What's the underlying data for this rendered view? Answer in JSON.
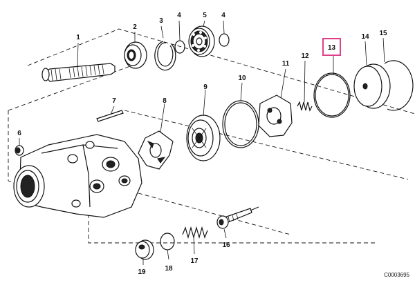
{
  "diagram": {
    "highlight_color": "#e0408a",
    "highlighted_callout": "13",
    "reference_code": "C0003695",
    "callouts": [
      {
        "id": "callout-1",
        "text": "1"
      },
      {
        "id": "callout-2",
        "text": "2"
      },
      {
        "id": "callout-3",
        "text": "3"
      },
      {
        "id": "callout-4a",
        "text": "4"
      },
      {
        "id": "callout-5",
        "text": "5"
      },
      {
        "id": "callout-4b",
        "text": "4"
      },
      {
        "id": "callout-6",
        "text": "6"
      },
      {
        "id": "callout-7",
        "text": "7"
      },
      {
        "id": "callout-8",
        "text": "8"
      },
      {
        "id": "callout-9",
        "text": "9"
      },
      {
        "id": "callout-10",
        "text": "10"
      },
      {
        "id": "callout-11",
        "text": "11"
      },
      {
        "id": "callout-12",
        "text": "12"
      },
      {
        "id": "callout-13",
        "text": "13"
      },
      {
        "id": "callout-14",
        "text": "14"
      },
      {
        "id": "callout-15",
        "text": "15"
      },
      {
        "id": "callout-16",
        "text": "16"
      },
      {
        "id": "callout-17",
        "text": "17"
      },
      {
        "id": "callout-18",
        "text": "18"
      },
      {
        "id": "callout-19",
        "text": "19"
      }
    ]
  }
}
